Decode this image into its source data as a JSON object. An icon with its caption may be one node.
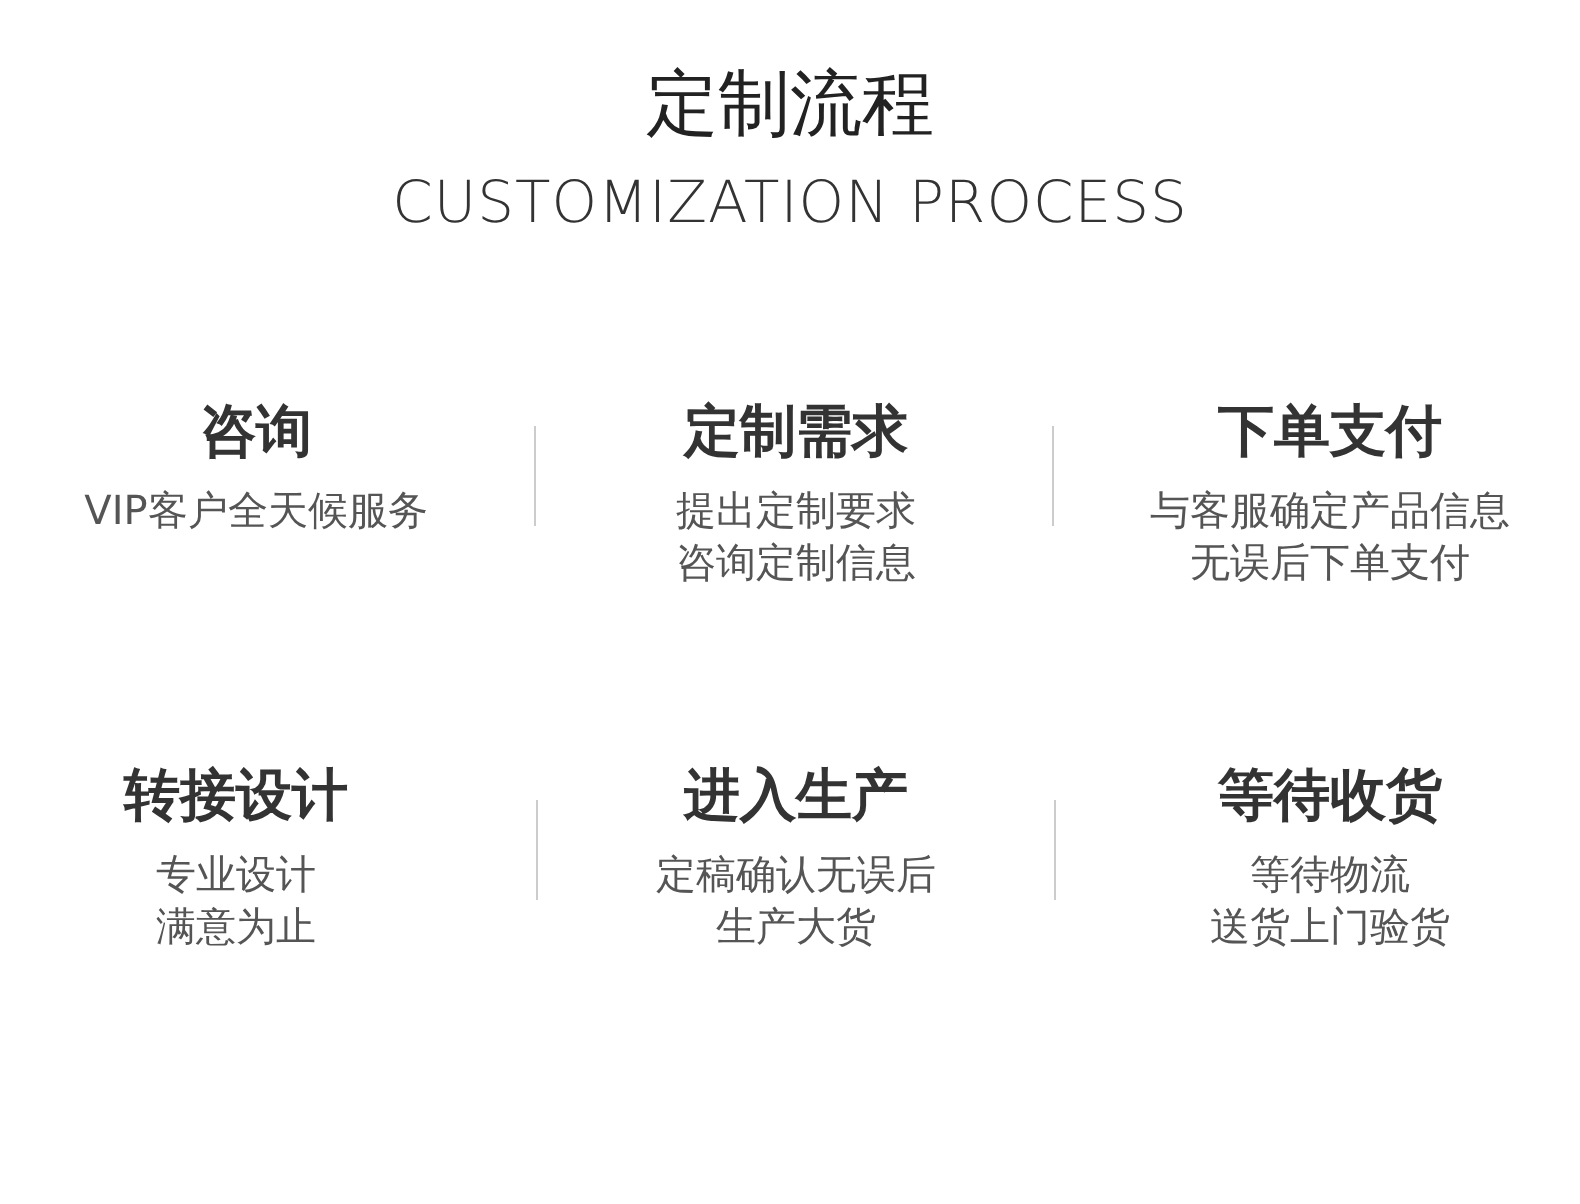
{
  "diagram": {
    "title": "定制流程",
    "nodes": [
      {
        "text": [
          "咨询",
          "VIP客户全天候服务"
        ]
      },
      {
        "text": [
          "定制需求",
          "提出定制要求",
          "咨询定制信息"
        ]
      },
      {
        "text": [
          "下单支付",
          "与客服确定产品信息",
          "无误后下单支付"
        ]
      },
      {
        "text": [
          "转接设计",
          "专业设计",
          "满意为止"
        ]
      },
      {
        "text": [
          "进入生产",
          "定稿确认无误后",
          "生产大货"
        ]
      },
      {
        "text": [
          "等待收货",
          "等待物流",
          "送货上门验货"
        ]
      }
    ],
    "labels": [
      "CUSTOMIZATION PROCESS"
    ]
  }
}
